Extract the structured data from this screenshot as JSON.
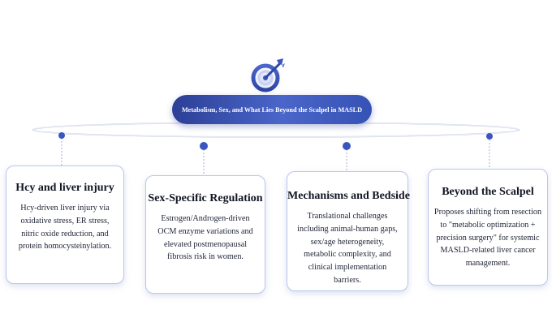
{
  "title": "Metabolism, Sex, and What Lies Beyond the Scalpel in MASLD",
  "icon": "target-arrow-icon",
  "colors": {
    "accent": "#3552b4",
    "node": "#3a55bf",
    "card_border": "#b9c7ec"
  },
  "cards": [
    {
      "heading": "Hcy and liver injury",
      "body": "Hcy-driven liver injury via oxidative stress, ER stress, nitric oxide reduction, and protein homocysteinylation."
    },
    {
      "heading": "Sex-Specific Regulation",
      "body": "Estrogen/Androgen-driven OCM enzyme variations and elevated postmenopausal fibrosis risk in women."
    },
    {
      "heading": "Mechanisms and Bedside",
      "body": "Translational challenges including animal-human gaps, sex/age heterogeneity, metabolic complexity, and clinical implementation barriers."
    },
    {
      "heading": "Beyond the Scalpel",
      "body": "Proposes shifting from resection to \"metabolic optimization + precision surgery\" for systemic MASLD-related liver cancer management."
    }
  ]
}
